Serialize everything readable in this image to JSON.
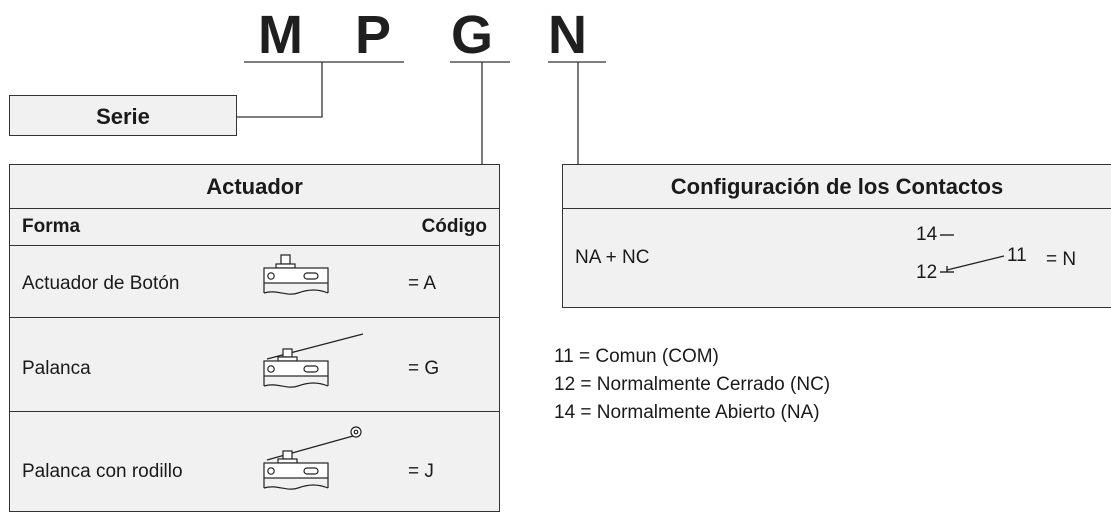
{
  "model_code": {
    "letters": [
      "M",
      "P",
      "G",
      "N"
    ]
  },
  "serie": {
    "label": "Serie"
  },
  "actuador": {
    "title": "Actuador",
    "col_shape": "Forma",
    "col_code": "Código",
    "rows": [
      {
        "name": "Actuador de Botón",
        "code": "= A",
        "icon": "button-actuator-switch-icon"
      },
      {
        "name": "Palanca",
        "code": "= G",
        "icon": "lever-switch-icon"
      },
      {
        "name": "Palanca con rodillo",
        "code": "= J",
        "icon": "roller-lever-switch-icon"
      }
    ]
  },
  "contactos": {
    "title": "Configuración de los Contactos",
    "config_label": "NA + NC",
    "terminal_14": "14",
    "terminal_12": "12",
    "terminal_11": "11",
    "code": "= N"
  },
  "legend": [
    "11 = Comun (COM)",
    "12 = Normalmente Cerrado (NC)",
    "14 = Normalmente Abierto (NA)"
  ]
}
